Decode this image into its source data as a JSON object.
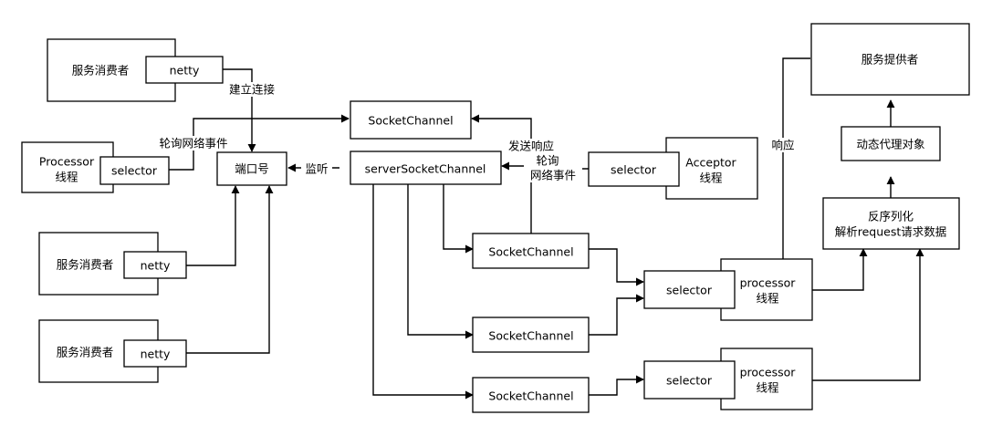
{
  "nodes": {
    "consumer1": "服务消费者",
    "consumer2": "服务消费者",
    "consumer3": "服务消费者",
    "netty1": "netty",
    "netty2": "netty",
    "netty3": "netty",
    "processor_left": [
      "Processor",
      "线程"
    ],
    "selector_left": "selector",
    "port": "端口号",
    "socketchannel_top": "SocketChannel",
    "server_socket_channel": "serverSocketChannel",
    "acceptor": [
      "Acceptor",
      "线程"
    ],
    "selector_acceptor": "selector",
    "socketchannel_1": "SocketChannel",
    "socketchannel_2": "SocketChannel",
    "socketchannel_3": "SocketChannel",
    "selector_mid1": "selector",
    "selector_mid2": "selector",
    "processor_mid1": [
      "processor",
      "线程"
    ],
    "processor_mid2": [
      "processor",
      "线程"
    ],
    "service_provider": "服务提供者",
    "dynamic_proxy": "动态代理对象",
    "deserialize": [
      "反序列化",
      "解析request请求数据"
    ]
  },
  "edge_labels": {
    "connect": "建立连接",
    "poll_left": "轮询网络事件",
    "listen": "监听",
    "send_response": "发送响应",
    "poll_right": [
      "轮询",
      "网络事件"
    ],
    "response": "响应"
  }
}
